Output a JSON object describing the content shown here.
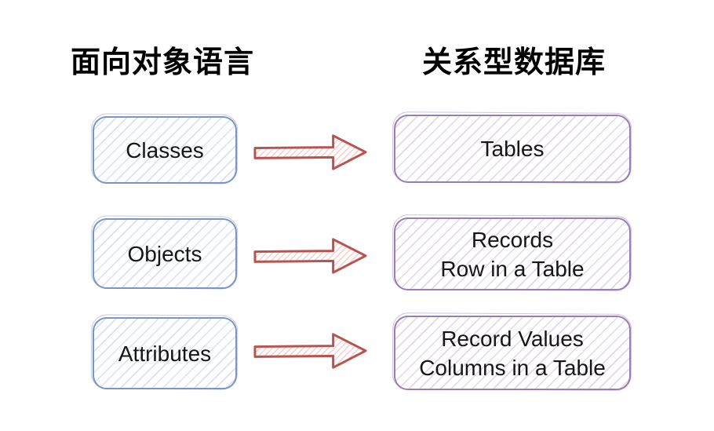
{
  "titles": {
    "left": "面向对象语言",
    "right": "关系型数据库"
  },
  "rows": [
    {
      "left": "Classes",
      "right": "Tables"
    },
    {
      "left": "Objects",
      "right": "Records\nRow in a Table"
    },
    {
      "left": "Attributes",
      "right": "Record Values\nColumns in a Table"
    }
  ],
  "icons": {
    "arrow": "block-arrow-right"
  },
  "colors": {
    "background": "#ffffff",
    "title_text": "#000000",
    "box_text": "#161616",
    "left_box_border": "#7b95c6",
    "left_box_hatch": "#d8e2f3",
    "right_box_border": "#9a7db5",
    "right_box_hatch": "#e2d7ec",
    "arrow_border": "#b95350",
    "arrow_hatch": "#f3d2cf"
  }
}
